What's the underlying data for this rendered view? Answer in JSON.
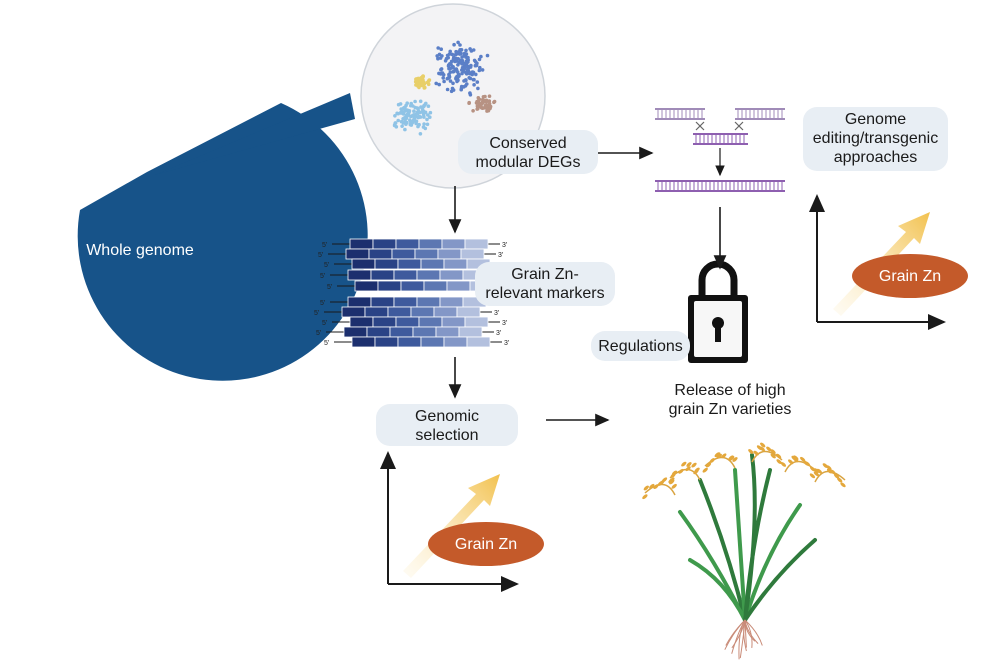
{
  "labels": {
    "whole_genome": "Whole genome",
    "conserved_degs": [
      "Conserved",
      "modular DEGs"
    ],
    "grain_zn_markers": [
      "Grain Zn-",
      "relevant markers"
    ],
    "genome_editing": [
      "Genome",
      "editing/transgenic",
      "approaches"
    ],
    "regulations": "Regulations",
    "release": [
      "Release of high",
      "grain Zn varieties"
    ],
    "genomic_selection": [
      "Genomic",
      "selection"
    ],
    "grain_zn_badge": "Grain Zn",
    "prime_5": "5'",
    "prime_3": "3'"
  },
  "colors": {
    "pie_blue": "#175389",
    "badge_orange": "#c45a2a",
    "arrow_gold": "#f2c14e",
    "pill_bg": "#e8eef4",
    "purple": "#8e5fb0"
  },
  "icons": {
    "cluster": "cluster-plot-icon",
    "dna_markers": "dna-markers-icon",
    "crispr": "crispr-dna-icon",
    "lock": "lock-icon",
    "plant": "rice-plant-icon"
  }
}
